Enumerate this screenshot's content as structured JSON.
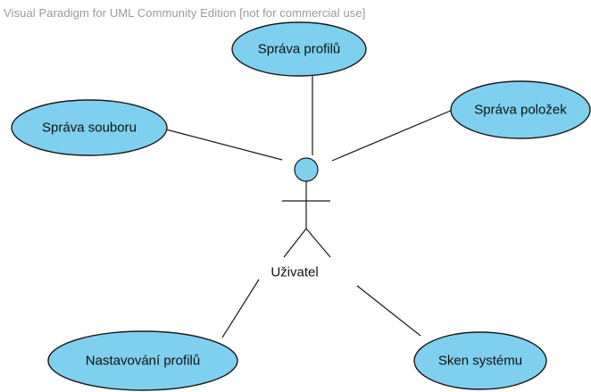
{
  "watermark": "Visual Paradigm for UML Community Edition [not for commercial use]",
  "colors": {
    "use_case_fill": "#7fd0ee",
    "stroke": "#1a1a1a",
    "watermark": "#9a9a9a"
  },
  "actor": {
    "name": "Uživatel"
  },
  "use_cases": {
    "sprava_profilu": "Správa profilů",
    "sprava_polozek": "Správa položek",
    "sprava_souboru": "Správa souboru",
    "nastavovani_profilu": "Nastavování profilů",
    "sken_systemu": "Sken systému"
  }
}
